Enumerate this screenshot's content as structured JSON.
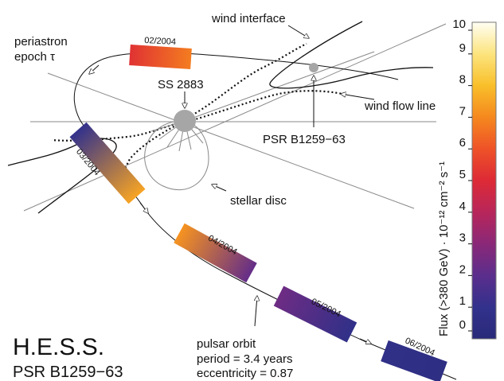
{
  "labels": {
    "periastron_line1": "periastron",
    "periastron_line2": "epoch τ",
    "wind_interface": "wind interface",
    "star_name": "SS 2883",
    "wind_flow_line": "wind flow line",
    "pulsar_name": "PSR B1259−63",
    "stellar_disc": "stellar disc",
    "pulsar_orbit": "pulsar orbit",
    "period": "period = 3.4 years",
    "eccentricity": "eccentricity = 0.87",
    "experiment": "H.E.S.S.",
    "source": "PSR B1259−63"
  },
  "epochs": [
    {
      "label": "02/2004",
      "flux_start": 5.2,
      "flux_end": 6.8
    },
    {
      "label": "03/2004",
      "flux_start": 1.0,
      "flux_end": 7.5
    },
    {
      "label": "04/2004",
      "flux_start": 7.2,
      "flux_end": 2.2
    },
    {
      "label": "05/2004",
      "flux_start": 2.4,
      "flux_end": 0.8
    },
    {
      "label": "06/2004",
      "flux_start": 0.8,
      "flux_end": 0.5
    }
  ],
  "colorbar": {
    "title": "Flux (>380 GeV) · 10⁻¹² cm⁻² s⁻¹",
    "min": 0,
    "max": 10,
    "ticks": [
      "0",
      "1",
      "2",
      "3",
      "4",
      "5",
      "6",
      "7",
      "8",
      "9",
      "10"
    ],
    "stops": [
      "#2a2a7a",
      "#32318c",
      "#5b2e8c",
      "#8a2878",
      "#b8265a",
      "#dd2a36",
      "#ee5228",
      "#f5881e",
      "#f9bf2a",
      "#fce47e",
      "#fffef2"
    ]
  },
  "colors": {
    "line": "#111111",
    "thin_line": "#888888",
    "star": "#a6a6a6"
  }
}
